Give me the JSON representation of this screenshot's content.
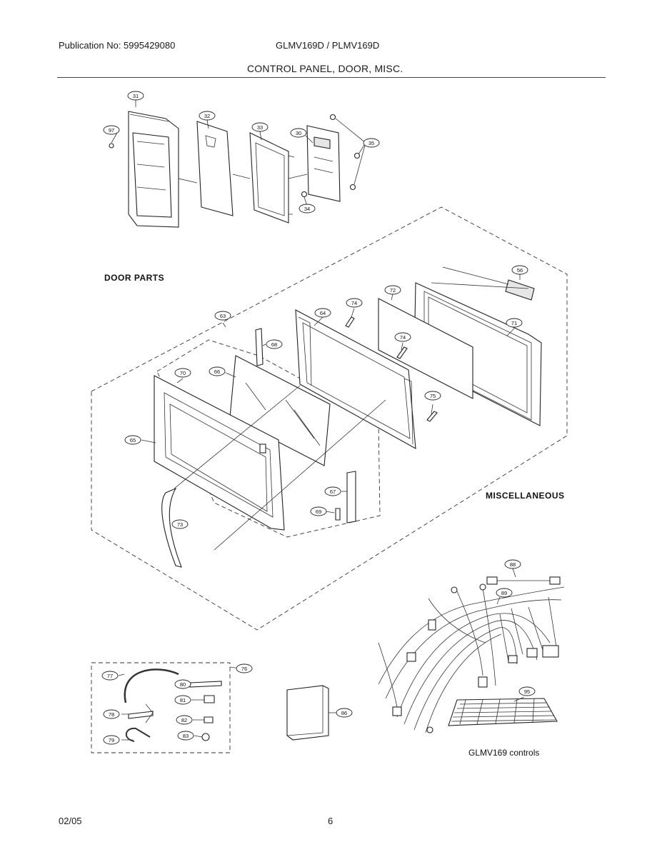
{
  "header": {
    "publication": "Publication No: 5995429080",
    "models": "GLMV169D / PLMV169D",
    "title": "CONTROL PANEL, DOOR, MISC."
  },
  "sections": {
    "door_parts": "DOOR PARTS",
    "miscellaneous": "MISCELLANEOUS"
  },
  "captions": {
    "controls": "GLMV169 controls"
  },
  "part_labels": {
    "p31": "31",
    "p32": "32",
    "p33": "33",
    "p30": "30",
    "p35": "35",
    "p34": "34",
    "p97": "97",
    "p56": "56",
    "p72": "72",
    "p74a": "74",
    "p74b": "74",
    "p71": "71",
    "p64": "64",
    "p63": "63",
    "p68": "68",
    "p70": "70",
    "p66": "66",
    "p75": "75",
    "p65": "65",
    "p67": "67",
    "p69": "69",
    "p73": "73",
    "p88": "88",
    "p89": "89",
    "p76": "76",
    "p77": "77",
    "p80": "80",
    "p81": "81",
    "p78": "78",
    "p82": "82",
    "p79": "79",
    "p83": "83",
    "p86": "86",
    "p95": "95"
  },
  "footer": {
    "date": "02/05",
    "page": "6"
  }
}
